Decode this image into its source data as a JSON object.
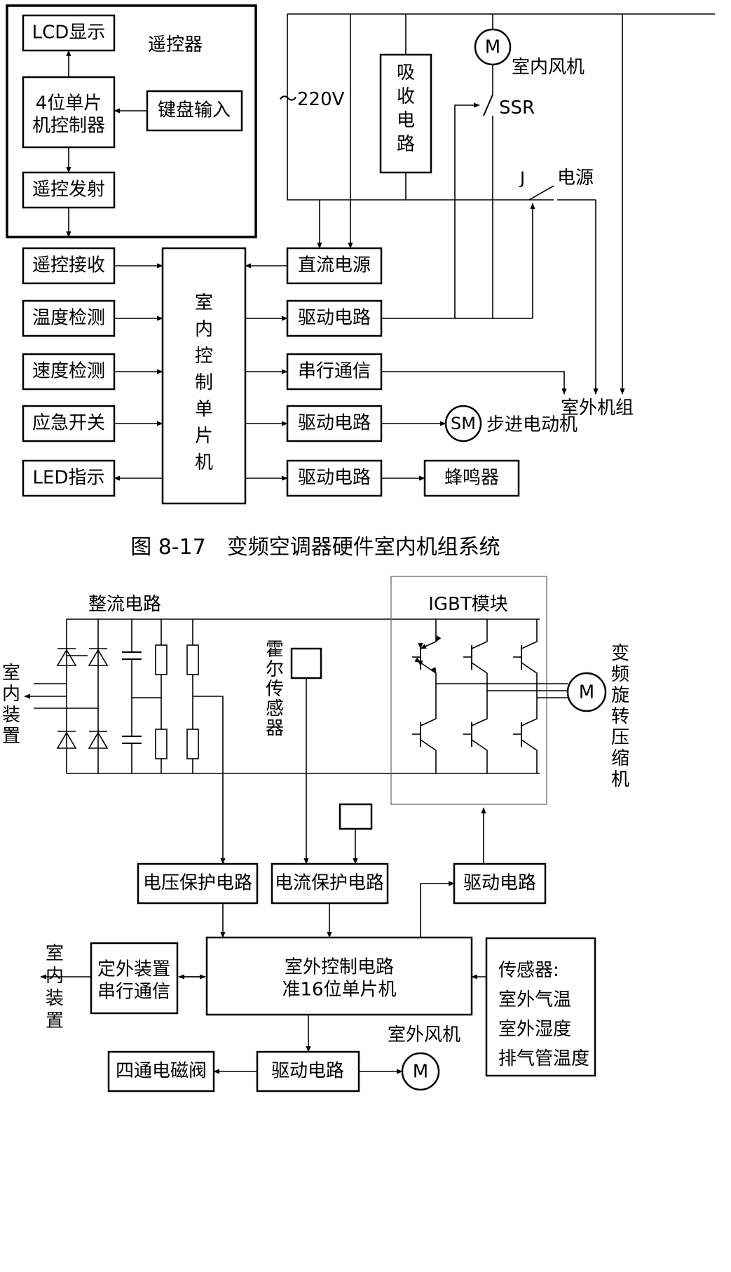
{
  "fig1": {
    "remote_title": "遥控器",
    "lcd": "LCD显示",
    "mcu4_l1": "4位单片",
    "mcu4_l2": "机控制器",
    "keyboard": "键盘输入",
    "ir_send": "遥控发射",
    "v220": "～220V",
    "absorb": [
      "吸",
      "收",
      "电",
      "路"
    ],
    "fan_m": "M",
    "indoor_fan": "室内风机",
    "ssr": "SSR",
    "j": "J",
    "power": "电源",
    "ir_recv": "遥控接收",
    "temp_detect": "温度检测",
    "speed_detect": "速度检测",
    "emergency": "应急开关",
    "led": "LED指示",
    "indoor_mcu": [
      "室",
      "内",
      "控",
      "制",
      "单",
      "片",
      "机"
    ],
    "dc_power": "直流电源",
    "driver": "驱动电路",
    "serial": "串行通信",
    "sm": "SM",
    "stepper": "步进电动机",
    "buzzer": "蜂鸣器",
    "outdoor_unit": "室外机组",
    "caption": "图 8-17　变频空调器硬件室内机组系统"
  },
  "fig2": {
    "rectifier": "整流电路",
    "igbt": "IGBT模块",
    "indoor_dev": [
      "室",
      "内",
      "装",
      "置"
    ],
    "hall": [
      "霍",
      "尔",
      "传",
      "感",
      "器"
    ],
    "motor_m": "M",
    "compressor": [
      "变",
      "频",
      "旋",
      "转",
      "压",
      "缩",
      "机"
    ],
    "voltage_prot": "电压保护电路",
    "current_prot": "电流保护电路",
    "driver": "驱动电路",
    "outdoor_ctrl_l1": "室外控制电路",
    "outdoor_ctrl_l2": "准16位单片机",
    "serial_l1": "定外装置",
    "serial_l2": "串行通信",
    "indoor_dev2": [
      "室",
      "内",
      "装",
      "置"
    ],
    "sensors_title": "传感器:",
    "sensor1": "室外气温",
    "sensor2": "室外湿度",
    "sensor3": "排气管温度",
    "outdoor_fan": "室外风机",
    "valve": "四通电磁阀",
    "fan_m": "M"
  }
}
